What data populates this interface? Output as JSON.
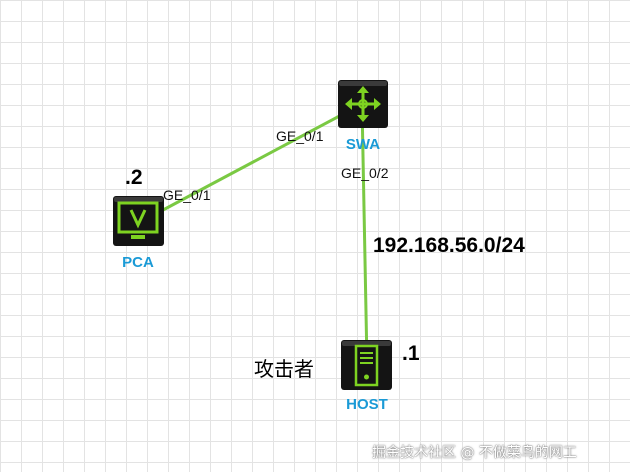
{
  "devices": {
    "switch": {
      "label": "SWA",
      "icon": "switch-router-icon"
    },
    "pc": {
      "label": "PCA",
      "icon": "pc-monitor-icon",
      "host_octet": ".2"
    },
    "host": {
      "label": "HOST",
      "icon": "server-host-icon",
      "host_octet": ".1",
      "role": "攻击者"
    }
  },
  "links": {
    "pc_switch": {
      "pc_port": "GE_0/1",
      "switch_port": "GE_0/1"
    },
    "switch_host": {
      "switch_port": "GE_0/2",
      "network": "192.168.56.0/24"
    }
  },
  "watermark": "掘金技术社区 @ 不做菜鸟的网工",
  "colors": {
    "link": "#7ac943",
    "device_bg": "#141414",
    "device_accent": "#7ed321",
    "label": "#1a9ad6"
  }
}
